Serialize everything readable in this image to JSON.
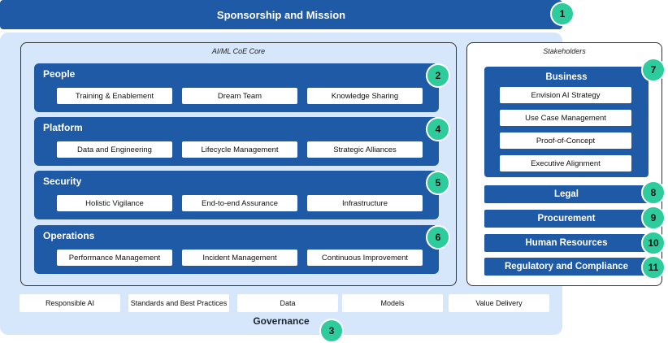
{
  "sponsorship": {
    "title": "Sponsorship and Mission",
    "badge": "1"
  },
  "core": {
    "title": "AI/ML CoE Core",
    "sections": [
      {
        "title": "People",
        "badge": "2",
        "items": [
          "Training & Enablement",
          "Dream Team",
          "Knowledge Sharing"
        ]
      },
      {
        "title": "Platform",
        "badge": "4",
        "items": [
          "Data and Engineering",
          "Lifecycle Management",
          "Strategic Alliances"
        ]
      },
      {
        "title": "Security",
        "badge": "5",
        "items": [
          "Holistic Vigilance",
          "End-to-end Assurance",
          "Infrastructure"
        ]
      },
      {
        "title": "Operations",
        "badge": "6",
        "items": [
          "Performance Management",
          "Incident Management",
          "Continuous Improvement"
        ]
      }
    ]
  },
  "stakeholders": {
    "title": "Stakeholders",
    "business": {
      "title": "Business",
      "badge": "7",
      "items": [
        "Envision AI Strategy",
        "Use Case Management",
        "Proof-of-Concept",
        "Executive Alignment"
      ]
    },
    "others": [
      {
        "title": "Legal",
        "badge": "8"
      },
      {
        "title": "Procurement",
        "badge": "9"
      },
      {
        "title": "Human Resources",
        "badge": "10"
      },
      {
        "title": "Regulatory and Compliance",
        "badge": "11"
      }
    ]
  },
  "governance": {
    "title": "Governance",
    "badge": "3",
    "items": [
      "Responsible AI",
      "Standards and Best Practices",
      "Data",
      "Models",
      "Value Delivery"
    ]
  }
}
